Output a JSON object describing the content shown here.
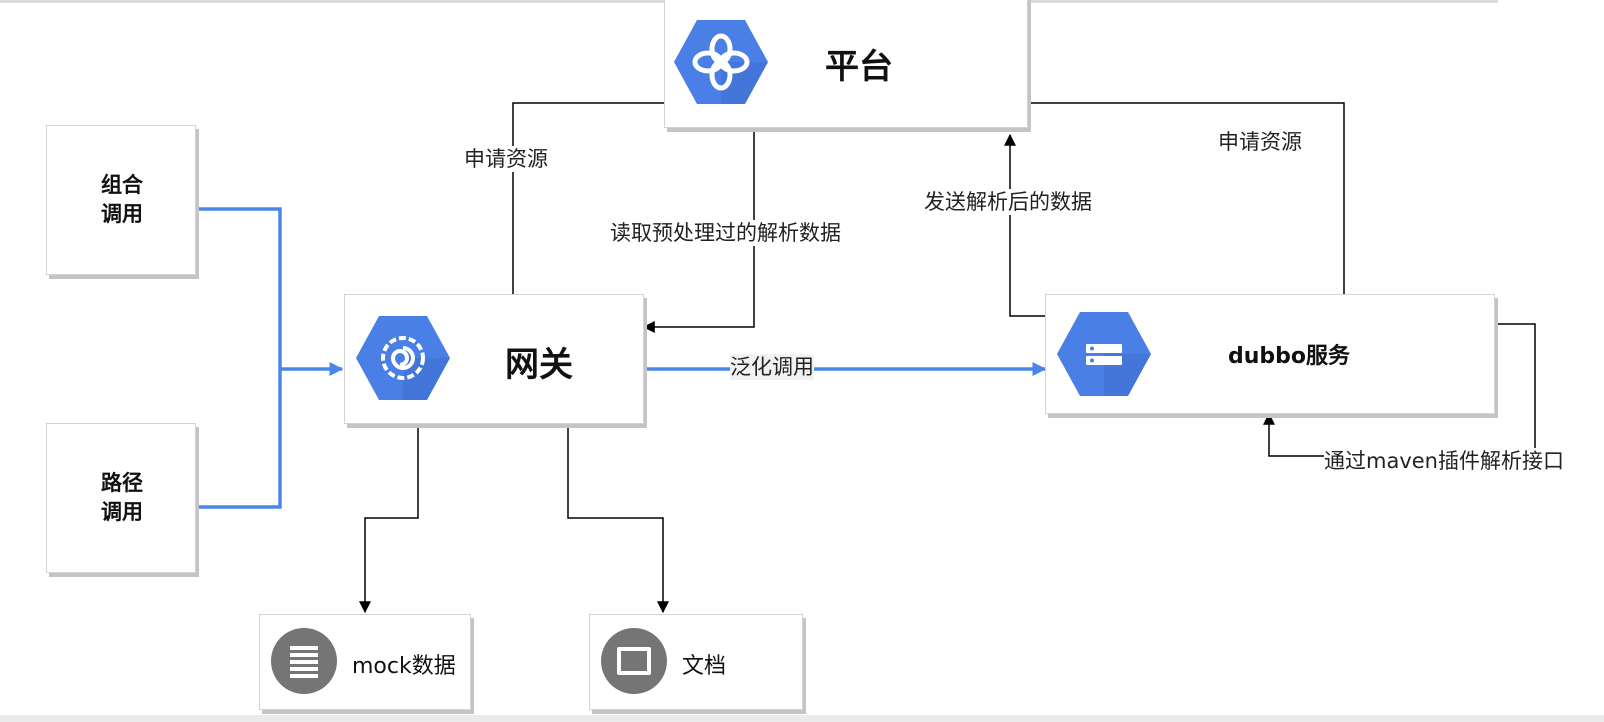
{
  "nodes": {
    "platform": {
      "label": "平台",
      "icon": "cross-petals-icon"
    },
    "gateway": {
      "label": "网关",
      "icon": "spiral-gear-icon"
    },
    "dubbo": {
      "label": "dubbo服务",
      "icon": "server-rack-icon"
    },
    "combo": {
      "label_line1": "组合",
      "label_line2": "调用"
    },
    "path": {
      "label_line1": "路径",
      "label_line2": "调用"
    },
    "mock": {
      "label": "mock数据",
      "icon": "list-icon"
    },
    "docs": {
      "label": "文档",
      "icon": "window-icon"
    }
  },
  "edges": {
    "gateway_apply": "申请资源",
    "read_parsed": "读取预处理过的解析数据",
    "send_parsed": "发送解析后的数据",
    "dubbo_apply": "申请资源",
    "generic_call": "泛化调用",
    "maven_parse": "通过maven插件解析接口"
  },
  "colors": {
    "accent_blue": "#4a86e8",
    "icon_blue": "#4a7fe6",
    "icon_gray": "#757575",
    "line_black": "#000000",
    "shadow": "#c4c4c4"
  }
}
